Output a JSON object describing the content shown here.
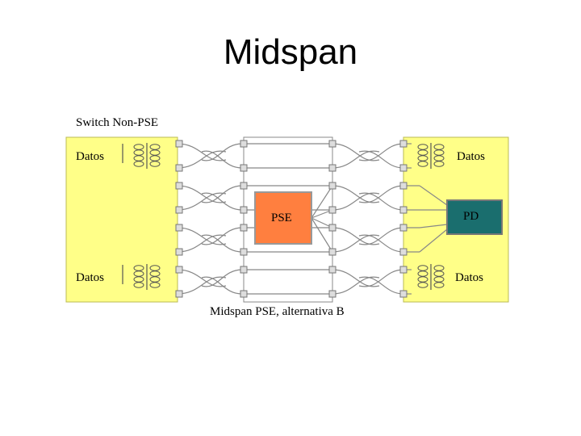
{
  "title": "Midspan",
  "diagram": {
    "switch_label": "Switch Non-PSE",
    "left_top_label": "Datos",
    "left_bottom_label": "Datos",
    "right_top_label": "Datos",
    "right_bottom_label": "Datos",
    "pse_label": "PSE",
    "pd_label": "PD",
    "caption": "Midspan PSE, alternativa B",
    "colors": {
      "panel": "#ffff88",
      "pse": "#ff7f3f",
      "pd": "#1a6e6e",
      "wire": "#888888",
      "connector": "#cccccc"
    }
  }
}
